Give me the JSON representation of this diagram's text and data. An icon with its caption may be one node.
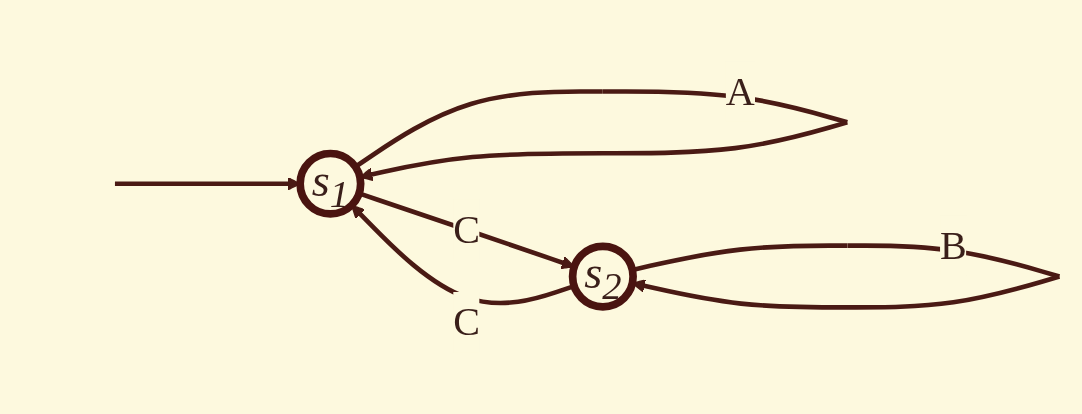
{
  "diagram": {
    "nodes": [
      {
        "text": [
          "s$_{1}$"
        ]
      },
      {
        "text": [
          "s$_{2}$"
        ]
      }
    ],
    "edges": [
      {
        "from": null,
        "to": 0,
        "arrow": "to"
      },
      {
        "from": 0,
        "to": 0,
        "arrow": "to",
        "label": "A"
      },
      {
        "from": 1,
        "to": 0,
        "arrow": "to",
        "label": "C"
      },
      {
        "from": 0,
        "to": 1,
        "arrow": "to",
        "label": "C"
      },
      {
        "from": 1,
        "to": 1,
        "arrow": "to",
        "label": "B"
      }
    ]
  }
}
